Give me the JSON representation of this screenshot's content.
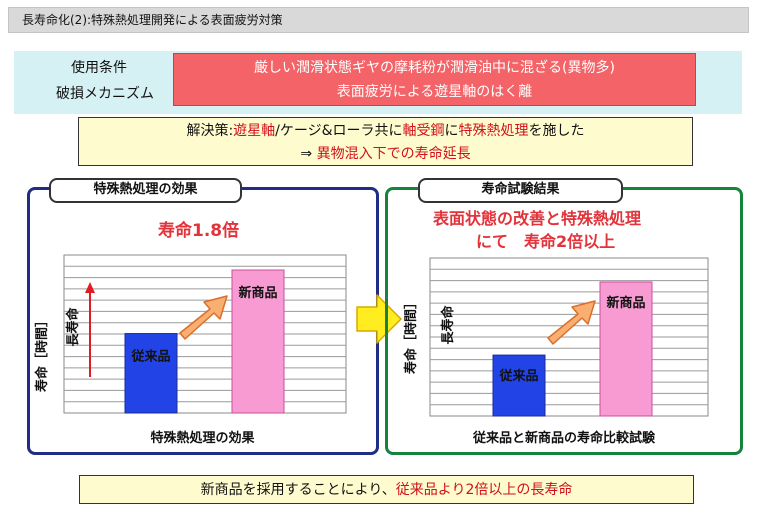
{
  "header": {
    "title": "長寿命化(2):特殊熱処理開発による表面疲労対策"
  },
  "conditions": {
    "label_usage": "使用条件",
    "label_mechanism": "破損メカニズム",
    "usage_text": "厳しい潤滑状態ギヤの摩耗粉が潤滑油中に混ざる(異物多)",
    "mechanism_text": "表面疲労による遊星軸のはく離"
  },
  "solution": {
    "line1_prefix": "解決策:",
    "line1_em1": "遊星軸",
    "line1_mid1": "/ケージ&ローラ共に",
    "line1_em2": "軸受鋼",
    "line1_mid2": "に",
    "line1_em3": "特殊熱処理",
    "line1_suffix": "を施した",
    "line2_arrow": "⇒ ",
    "line2_text": "異物混入下での寿命延長"
  },
  "left_panel": {
    "tab": "特殊熱処理の効果",
    "headline": "寿命1.8倍",
    "caption": "特殊熱処理の効果"
  },
  "right_panel": {
    "tab": "寿命試験結果",
    "headline_line1": "表面状態の改善と特殊熱処理",
    "headline_line2": "にて　寿命2倍以上",
    "caption": "従来品と新商品の寿命比較試験"
  },
  "conclusion": {
    "prefix": "新商品を採用することにより、",
    "em": "従来品より2倍以上の長寿命"
  },
  "colors": {
    "conventional": "#2244e6",
    "new": "#f79bd2",
    "left_border": "#1f2d86",
    "right_border": "#15843a"
  },
  "chart_data": [
    {
      "type": "bar",
      "categories": [
        "従来品",
        "新商品"
      ],
      "values": [
        1,
        1.8
      ],
      "ylabel": "寿命［時間］",
      "annotation": "長寿命",
      "grid": true
    },
    {
      "type": "bar",
      "categories": [
        "従来品",
        "新商品"
      ],
      "values": [
        1,
        2.2
      ],
      "ylabel": "寿命［時間］",
      "annotation": "長寿命",
      "grid": true
    }
  ]
}
